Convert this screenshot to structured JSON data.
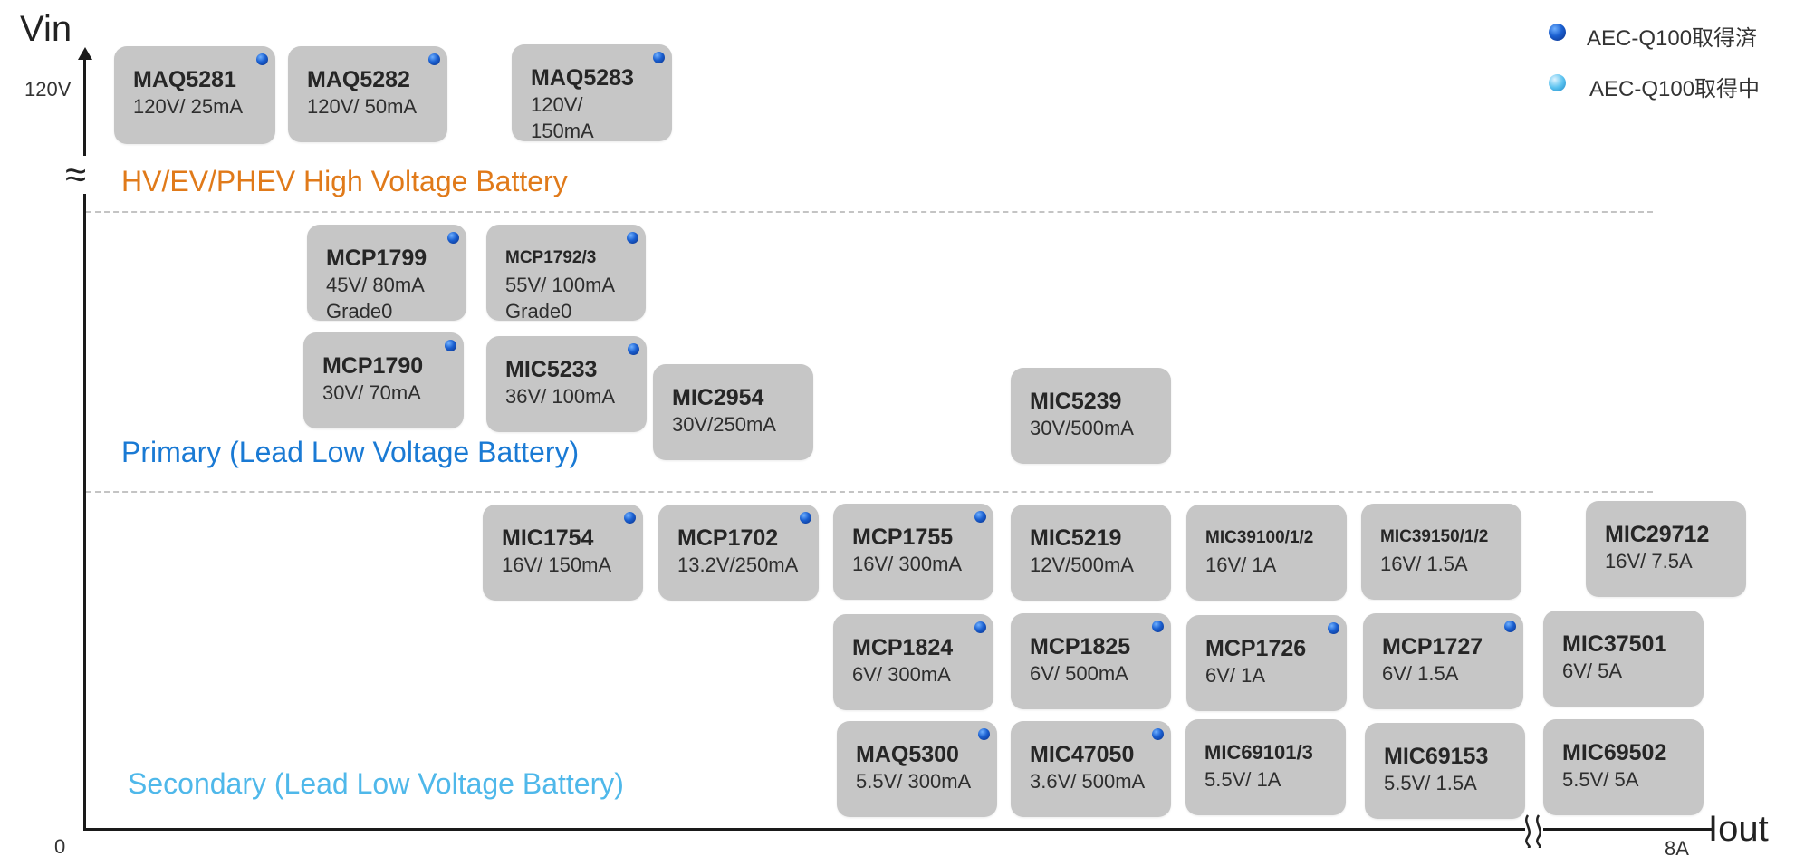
{
  "axes": {
    "y_label": "Vin",
    "y_max_tick": "120V",
    "origin": "0",
    "x_label": "Iout",
    "x_max_tick": "8A",
    "y_break": "≈"
  },
  "legend": {
    "qualified": "AEC-Q100取得済",
    "in_progress": "AEC-Q100取得中"
  },
  "zones": {
    "high_voltage": "HV/EV/PHEV High Voltage Battery",
    "primary": "Primary (Lead Low Voltage Battery)",
    "secondary": "Secondary (Lead Low Voltage Battery)"
  },
  "colors": {
    "high_voltage": "#e07a1a",
    "primary": "#1a7ad4",
    "secondary": "#4fb8ea",
    "chip_bg": "#c6c6c6",
    "axis": "#1a1a1a"
  },
  "parts": [
    {
      "name": "MAQ5281",
      "spec": "120V/ 25mA",
      "aec": true
    },
    {
      "name": "MAQ5282",
      "spec": "120V/ 50mA",
      "aec": true
    },
    {
      "name": "MAQ5283",
      "spec": "120V/\n150mA",
      "aec": true
    },
    {
      "name": "MCP1799",
      "spec": "45V/ 80mA\nGrade0",
      "aec": true
    },
    {
      "name": "MCP1792/3",
      "spec": "55V/ 100mA\nGrade0",
      "aec": true
    },
    {
      "name": "MCP1790",
      "spec": "30V/ 70mA",
      "aec": true
    },
    {
      "name": "MIC5233",
      "spec": "36V/ 100mA",
      "aec": true
    },
    {
      "name": "MIC2954",
      "spec": "30V/250mA",
      "aec": false
    },
    {
      "name": "MIC5239",
      "spec": "30V/500mA",
      "aec": false
    },
    {
      "name": "MIC1754",
      "spec": "16V/ 150mA",
      "aec": true
    },
    {
      "name": "MCP1702",
      "spec": "13.2V/250mA",
      "aec": true
    },
    {
      "name": "MCP1755",
      "spec": "16V/ 300mA",
      "aec": true
    },
    {
      "name": "MIC5219",
      "spec": "12V/500mA",
      "aec": false
    },
    {
      "name": "MIC39100/1/2",
      "spec": "16V/ 1A",
      "aec": false
    },
    {
      "name": "MIC39150/1/2",
      "spec": "16V/ 1.5A",
      "aec": false
    },
    {
      "name": "MIC29712",
      "spec": "16V/ 7.5A",
      "aec": false
    },
    {
      "name": "MCP1824",
      "spec": "6V/ 300mA",
      "aec": true
    },
    {
      "name": "MCP1825",
      "spec": "6V/ 500mA",
      "aec": true
    },
    {
      "name": "MCP1726",
      "spec": "6V/ 1A",
      "aec": true
    },
    {
      "name": "MCP1727",
      "spec": "6V/ 1.5A",
      "aec": true
    },
    {
      "name": "MIC37501",
      "spec": "6V/ 5A",
      "aec": false
    },
    {
      "name": "MAQ5300",
      "spec": "5.5V/ 300mA",
      "aec": true
    },
    {
      "name": "MIC47050",
      "spec": "3.6V/ 500mA",
      "aec": true
    },
    {
      "name": "MIC69101/3",
      "spec": "5.5V/ 1A",
      "aec": false
    },
    {
      "name": "MIC69153",
      "spec": "5.5V/ 1.5A",
      "aec": false
    },
    {
      "name": "MIC69502",
      "spec": "5.5V/ 5A",
      "aec": false
    }
  ]
}
